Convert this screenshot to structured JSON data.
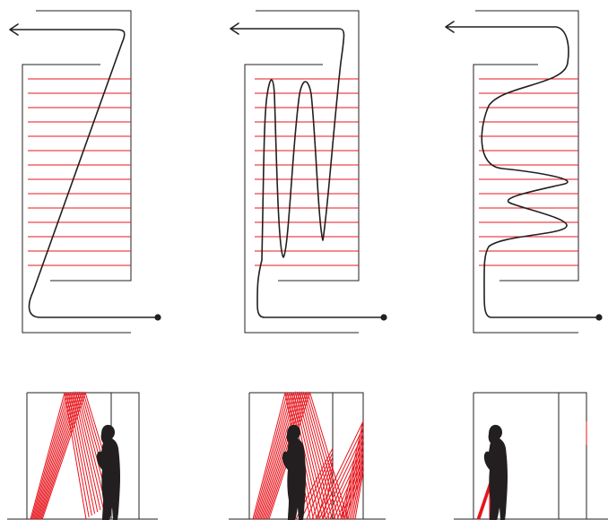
{
  "colors": {
    "ink": "#231f20",
    "laser": "#e8141c",
    "background": "#ffffff"
  },
  "diagram": {
    "plans": [
      {
        "id": "plan-1",
        "path_pattern": "diagonal"
      },
      {
        "id": "plan-2",
        "path_pattern": "zigzag"
      },
      {
        "id": "plan-3",
        "path_pattern": "wave"
      }
    ],
    "elevations": [
      {
        "id": "elevation-1"
      },
      {
        "id": "elevation-2"
      },
      {
        "id": "elevation-3"
      }
    ],
    "laser_lines_per_plan": 14
  }
}
